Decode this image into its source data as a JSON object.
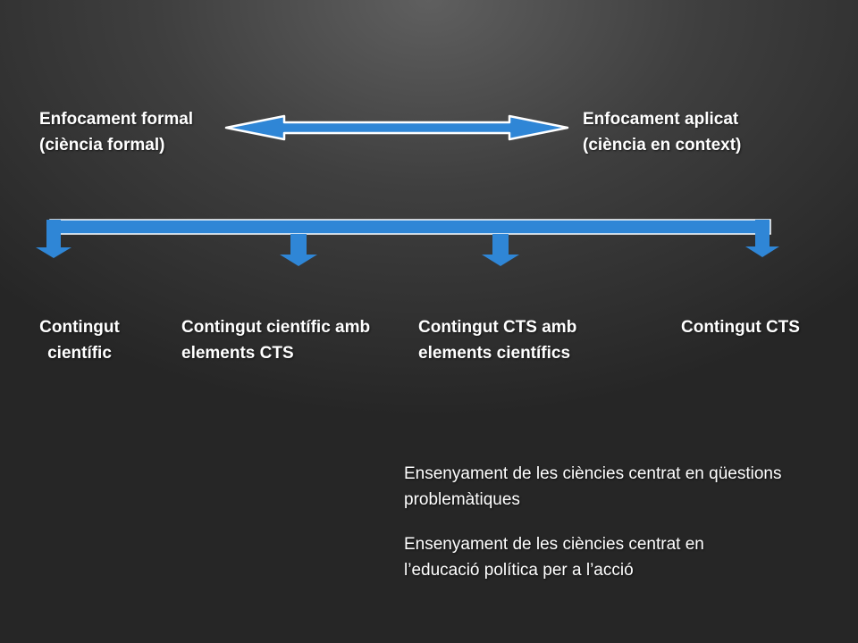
{
  "approaches": {
    "formal": "Enfocament formal\n(ciència formal)",
    "applied": "Enfocament aplicat\n(ciència en context)"
  },
  "contents": [
    "Contingut\ncientífic",
    "Contingut científic amb\nelements CTS",
    "Contingut CTS amb\nelements científics",
    "Contingut CTS"
  ],
  "notes": [
    "Ensenyament de les ciències centrat en qüestions\nproblemàtiques",
    "Ensenyament de les ciències centrat en\nl’educació política per a l’acció"
  ],
  "colors": {
    "arrow": "#2f86d6",
    "arrow_edge": "#ffffff",
    "text": "#ffffff"
  }
}
